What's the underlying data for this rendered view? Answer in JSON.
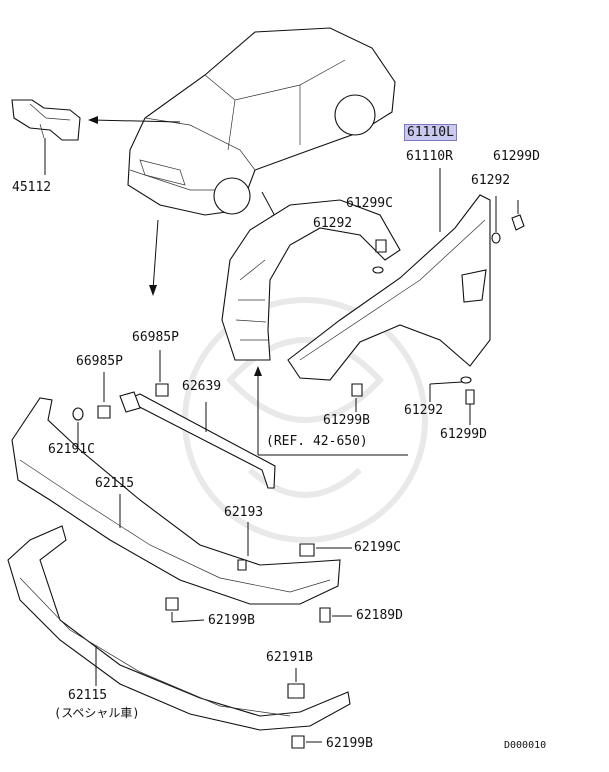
{
  "labels": {
    "p45112": "45112",
    "p61110L": "61110L",
    "p61110R": "61110R",
    "p61299D_top": "61299D",
    "p61292_top": "61292",
    "p61299C": "61299C",
    "p61292_mid": "61292",
    "p66985P_a": "66985P",
    "p66985P_b": "66985P",
    "p62639": "62639",
    "p61299B_mid": "61299B",
    "p61292_low": "61292",
    "p61299D_low": "61299D",
    "ref": "(REF. 42-650)",
    "p62191C": "62191C",
    "p62115": "62115",
    "p62193": "62193",
    "p62199C": "62199C",
    "p62199B_mid": "62199B",
    "p62189D": "62189D",
    "p62191B": "62191B",
    "p62115_special": "62115",
    "special_note": "(スペシャル車)",
    "p62199B_low": "62199B",
    "diagram_id": "D000010"
  },
  "colors": {
    "highlight_fill": "#c9c8ee",
    "highlight_border": "#7b79c6",
    "line": "#111111"
  }
}
